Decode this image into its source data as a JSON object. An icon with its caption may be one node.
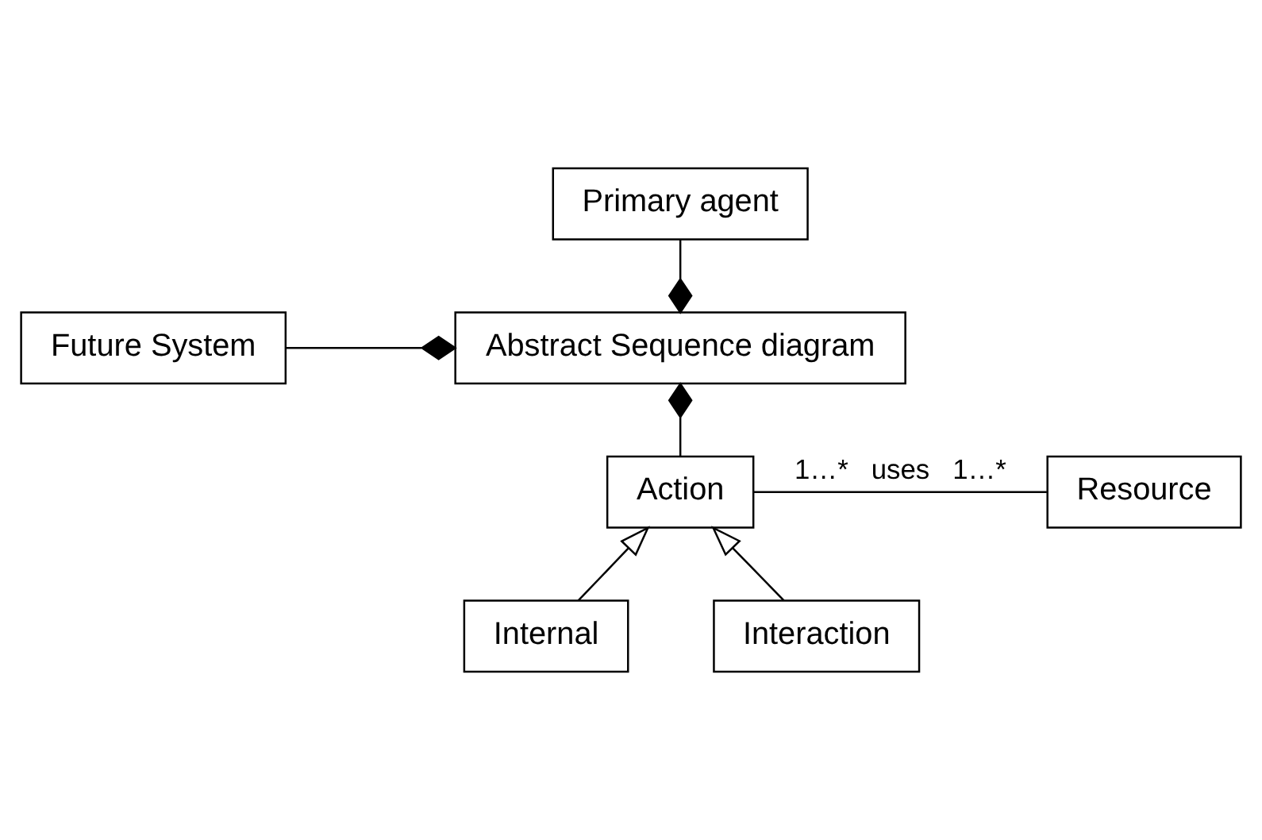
{
  "diagram": {
    "nodes": [
      {
        "text": [
          "Primary agent"
        ]
      },
      {
        "text": [
          "Abstract Sequence diagram"
        ]
      },
      {
        "text": [
          "Future System"
        ]
      },
      {
        "text": [
          "Action"
        ]
      },
      {
        "text": [
          "Resource"
        ]
      },
      {
        "text": [
          "Internal"
        ]
      },
      {
        "text": [
          "Interaction"
        ]
      }
    ],
    "edges": [
      {
        "from": 0,
        "to": 1,
        "arrow": "other"
      },
      {
        "from": 2,
        "to": 1,
        "arrow": "other"
      },
      {
        "from": 3,
        "to": 1,
        "arrow": "other"
      },
      {
        "from": 3,
        "to": 4,
        "arrow": "none",
        "label": "1…*   uses   1…*"
      },
      {
        "from": 5,
        "to": 3,
        "arrow": "to"
      },
      {
        "from": 6,
        "to": 3,
        "arrow": "to"
      }
    ]
  }
}
